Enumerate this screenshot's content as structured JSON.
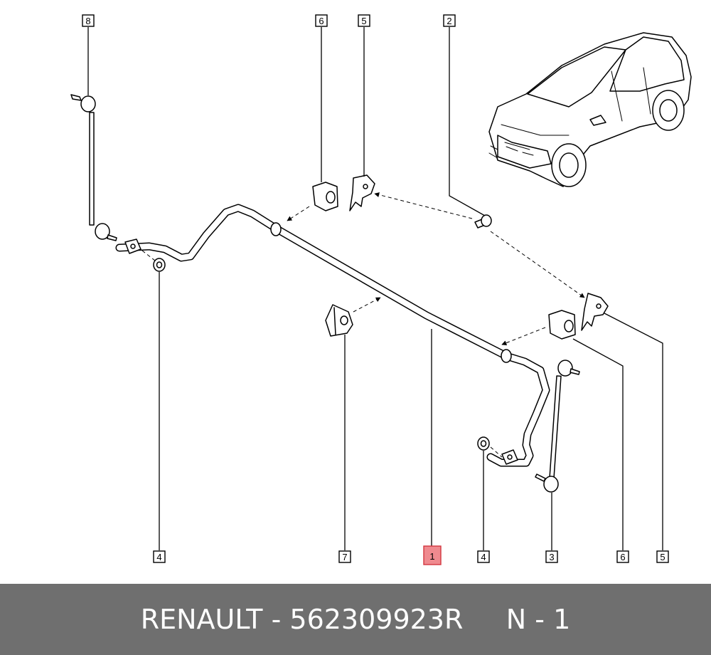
{
  "callouts": [
    {
      "label": "8"
    },
    {
      "label": "6"
    },
    {
      "label": "5"
    },
    {
      "label": "2"
    },
    {
      "label": "4"
    },
    {
      "label": "7"
    },
    {
      "label": "1"
    },
    {
      "label": "4"
    },
    {
      "label": "3"
    },
    {
      "label": "6"
    },
    {
      "label": "5"
    }
  ],
  "footer": {
    "brand_part": "RENAULT - 562309923R",
    "page": "N - 1"
  }
}
